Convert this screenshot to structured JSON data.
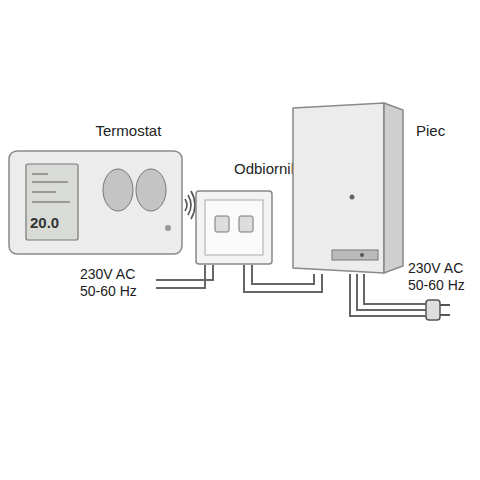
{
  "diagram": {
    "nodes": [
      {
        "text": [
          "Termostat"
        ]
      },
      {
        "text": [
          "Odbiornik"
        ]
      },
      {
        "text": [
          "Piec"
        ]
      }
    ],
    "edges": [
      {
        "from": 1,
        "to": 2,
        "arrow": "none"
      }
    ],
    "labels": [
      "20.0",
      "230V AC 50-60 Hz",
      "230V AC 50-60 Hz"
    ]
  }
}
